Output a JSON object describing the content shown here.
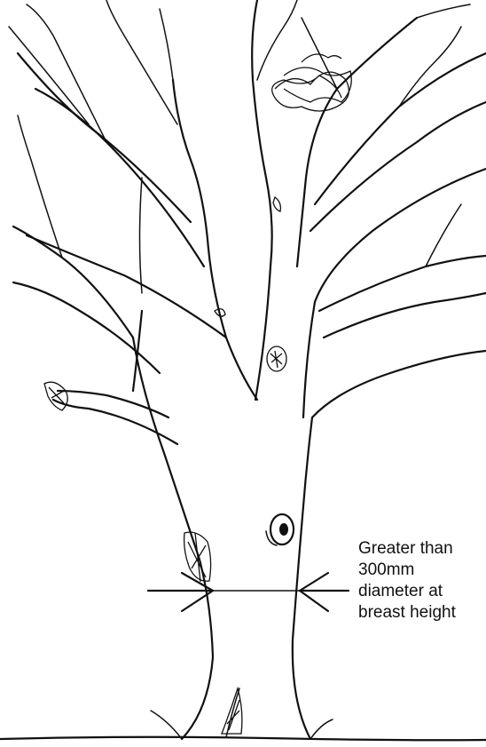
{
  "annotation": {
    "lines": [
      "Greater than",
      "300mm",
      "diameter at",
      "breast height"
    ]
  }
}
